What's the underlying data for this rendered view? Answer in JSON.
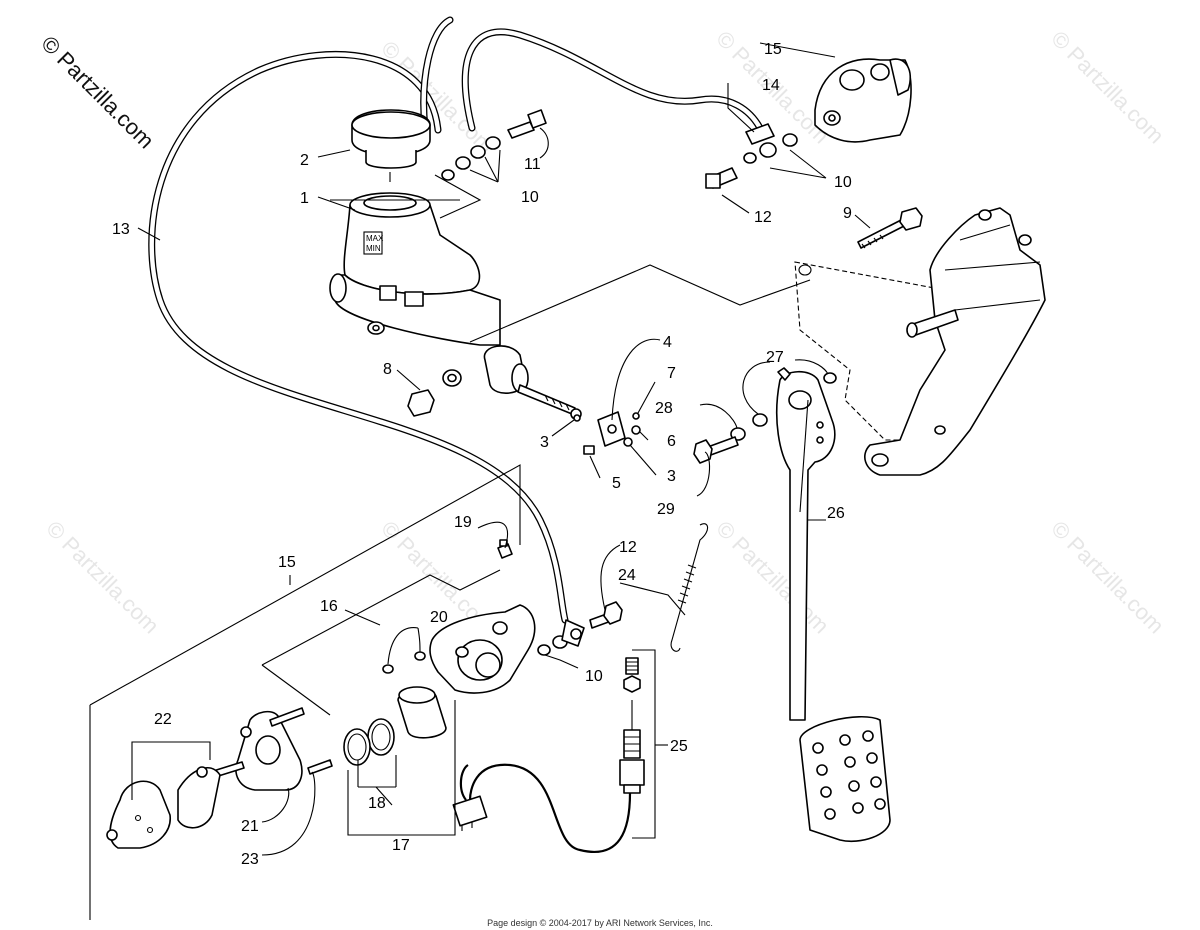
{
  "watermark": {
    "main": "© Partzilla.com",
    "repeat": "© Partzilla.com"
  },
  "footer": "Page design © 2004-2017 by ARI Network Services, Inc.",
  "labels": {
    "l1": "1",
    "l2": "2",
    "l3a": "3",
    "l3b": "3",
    "l4": "4",
    "l5": "5",
    "l6": "6",
    "l7": "7",
    "l8": "8",
    "l9": "9",
    "l10a": "10",
    "l10b": "10",
    "l10c": "10",
    "l11": "11",
    "l12a": "12",
    "l12b": "12",
    "l13": "13",
    "l14": "14",
    "l15a": "15",
    "l15b": "15",
    "l16": "16",
    "l17": "17",
    "l18": "18",
    "l19": "19",
    "l20": "20",
    "l21": "21",
    "l22": "22",
    "l23": "23",
    "l24": "24",
    "l25": "25",
    "l26": "26",
    "l27": "27",
    "l28": "28",
    "l29": "29"
  },
  "reservoir_marks": {
    "max": "MAX",
    "min": "MIN"
  }
}
